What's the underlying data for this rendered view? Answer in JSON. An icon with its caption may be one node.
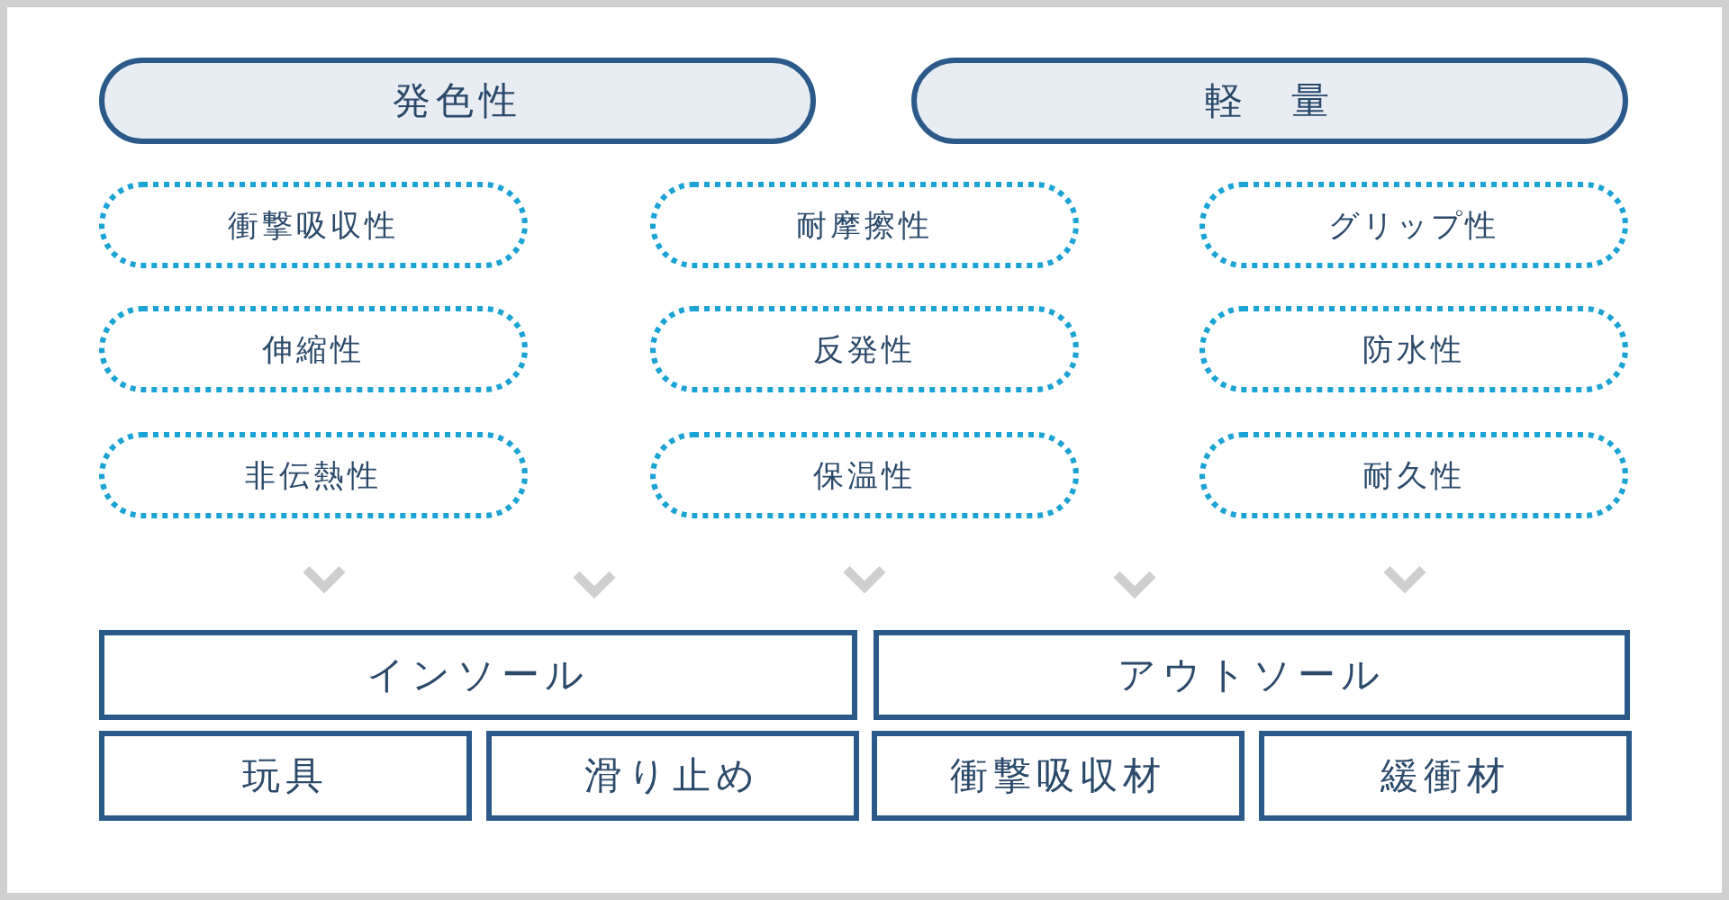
{
  "diagram": {
    "nodes": [
      {
        "text": [
          "発色性"
        ]
      },
      {
        "text": [
          "軽　量"
        ]
      },
      {
        "text": [
          "衝撃吸収性"
        ]
      },
      {
        "text": [
          "耐摩擦性"
        ]
      },
      {
        "text": [
          "グリップ性"
        ]
      },
      {
        "text": [
          "伸縮性"
        ]
      },
      {
        "text": [
          "反発性"
        ]
      },
      {
        "text": [
          "防水性"
        ]
      },
      {
        "text": [
          "非伝熱性"
        ]
      },
      {
        "text": [
          "保温性"
        ]
      },
      {
        "text": [
          "耐久性"
        ]
      },
      {
        "text": [
          "インソール"
        ]
      },
      {
        "text": [
          "アウトソール"
        ]
      },
      {
        "text": [
          "玩具"
        ]
      },
      {
        "text": [
          "滑り止め"
        ]
      },
      {
        "text": [
          "衝撃吸収材"
        ]
      },
      {
        "text": [
          "緩衝材"
        ]
      }
    ],
    "edges": [
      {
        "from": 8,
        "to": 11,
        "arrow": "to"
      },
      {
        "from": null,
        "to": 11,
        "arrow": "to"
      },
      {
        "from": 9,
        "to": null,
        "arrow": "to"
      },
      {
        "from": null,
        "to": 12,
        "arrow": "to"
      },
      {
        "from": 10,
        "to": 12,
        "arrow": "to"
      }
    ]
  }
}
